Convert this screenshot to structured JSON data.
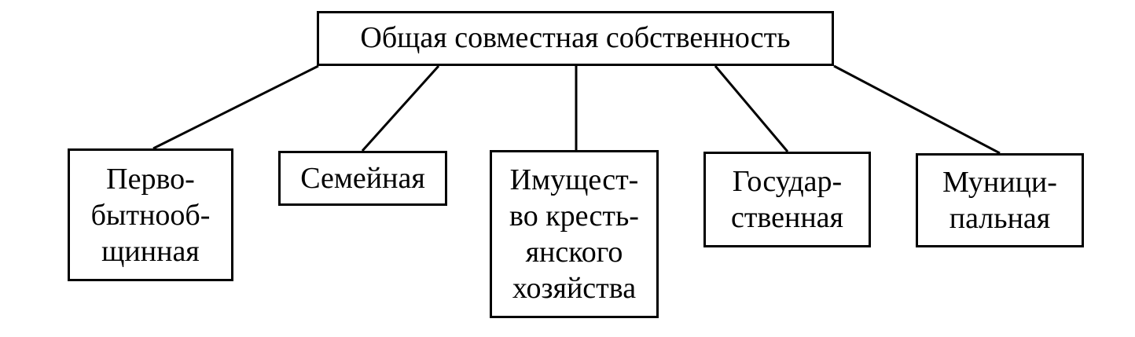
{
  "diagram": {
    "root": {
      "label": "Общая совместная собственность"
    },
    "children": [
      {
        "id": "c1",
        "label": "Перво-\nбытнооб-\nщинная"
      },
      {
        "id": "c2",
        "label": "Семейная"
      },
      {
        "id": "c3",
        "label": "Имущест-\nво кресть-\nянского\nхозяйства"
      },
      {
        "id": "c4",
        "label": "Государ-\nственная"
      },
      {
        "id": "c5",
        "label": "Муници-\nпальная"
      }
    ]
  },
  "colors": {
    "stroke": "#000000",
    "background": "#ffffff"
  }
}
